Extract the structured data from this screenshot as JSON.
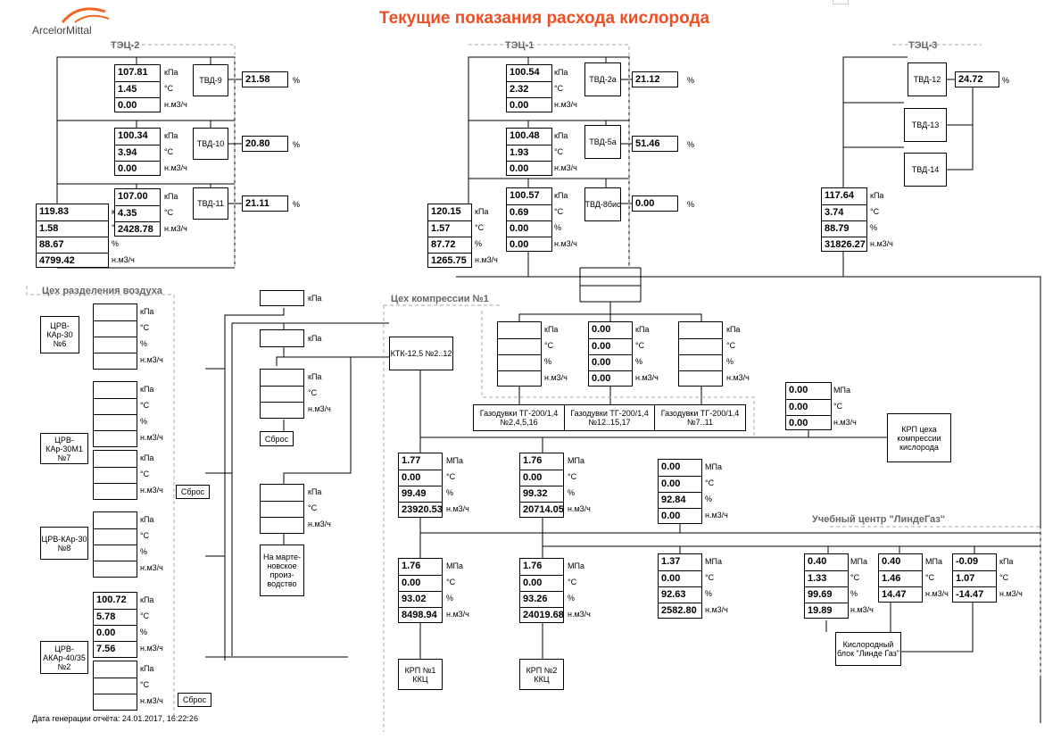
{
  "header": {
    "title": "Текущие показания расхода кислорода",
    "logo_text": "ArcelorMittal"
  },
  "footer": {
    "generated": "Дата генерации отчёта: 24.01.2017, 16:22:26"
  },
  "sections": {
    "tec2": "ТЭЦ-2",
    "tec1": "ТЭЦ-1",
    "tec3": "ТЭЦ-3",
    "asu": "Цех разделения воздуха",
    "compress": "Цех компрессии №1",
    "linde": "Учебный центр \"ЛиндеГаз\""
  },
  "units": {
    "kpa": "кПа",
    "c": "°С",
    "nm3": "н.м3/ч",
    "pct": "%",
    "mpa": "МПа"
  },
  "tec2": {
    "main": [
      "119.83",
      "1.58",
      "88.67",
      "4799.42"
    ],
    "tvd9": {
      "label": "ТВД-9",
      "vals": [
        "107.81",
        "1.45",
        "0.00"
      ],
      "pct": "21.58"
    },
    "tvd10": {
      "label": "ТВД-10",
      "vals": [
        "100.34",
        "3.94",
        "0.00"
      ],
      "pct": "20.80"
    },
    "tvd11": {
      "label": "ТВД-11",
      "vals": [
        "107.00",
        "4.35",
        "2428.78"
      ],
      "pct": "21.11"
    }
  },
  "tec1": {
    "main": [
      "120.15",
      "1.57",
      "87.72",
      "1265.75"
    ],
    "tvd2a": {
      "label": "ТВД-2а",
      "vals": [
        "100.54",
        "2.32",
        "0.00"
      ],
      "pct": "21.12"
    },
    "tvd5a": {
      "label": "ТВД-5а",
      "vals": [
        "100.48",
        "1.93",
        "0.00"
      ],
      "pct": "51.46"
    },
    "tvd8": {
      "label": "ТВД-8бис",
      "vals": [
        "100.57",
        "0.69",
        "0.00",
        "0.00"
      ],
      "pct": "0.00"
    }
  },
  "tec3": {
    "main": [
      "117.64",
      "3.74",
      "88.79",
      "31826.27"
    ],
    "tvd12": {
      "label": "ТВД-12",
      "pct": "24.72"
    },
    "tvd13": {
      "label": "ТВД-13"
    },
    "tvd14": {
      "label": "ТВД-14"
    }
  },
  "asu": {
    "u6": {
      "label": "ЦРВ-КАр-30 №6"
    },
    "u7": {
      "label": "ЦРВ-КАр-30М1 №7",
      "sbros": "Сброс"
    },
    "u8": {
      "label": "ЦРВ-КАр-30 №8"
    },
    "u2": {
      "label": "ЦРВ-АКАр-40/35 №2",
      "vals": [
        "100.72",
        "5.78",
        "0.00",
        "7.56"
      ],
      "sbros": "Сброс"
    }
  },
  "mid": {
    "sbros": "Сброс",
    "martin": "На марте-новское произ-водство"
  },
  "compress": {
    "ktk": "КТК-12,5 №2..12",
    "g1": {
      "label": "Газодувки ТГ-200/1,4 №2,4,5,16"
    },
    "g2": {
      "label": "Газодувки ТГ-200/1,4 №12..15,17",
      "vals": [
        "0.00",
        "0.00",
        "0.00",
        "0.00"
      ]
    },
    "g3": {
      "label": "Газодувки ТГ-200/1,4 №7..11"
    },
    "p1": [
      "1.77",
      "0.00",
      "99.49",
      "23920.53"
    ],
    "p2": [
      "1.76",
      "0.00",
      "99.32",
      "20714.05"
    ],
    "p3": [
      "0.00",
      "0.00",
      "92.84",
      "0.00"
    ],
    "q1": [
      "1.76",
      "0.00",
      "93.02",
      "8498.94"
    ],
    "q2": [
      "1.76",
      "0.00",
      "93.26",
      "24019.68"
    ],
    "q3": [
      "1.37",
      "0.00",
      "92.63",
      "2582.80"
    ],
    "krp1": "КРП №1 ККЦ",
    "krp2": "КРП №2 ККЦ",
    "krpc": {
      "label": "КРП цеха компрессии кислорода",
      "vals": [
        "0.00",
        "0.00",
        "0.00"
      ]
    }
  },
  "linde": {
    "a": [
      "0.40",
      "1.33",
      "99.69",
      "19.89"
    ],
    "b": [
      "0.40",
      "1.46",
      "14.47"
    ],
    "c": [
      "-0.09",
      "1.07",
      "-14.47"
    ],
    "block": "Кислородный блок \"Линде Газ\""
  }
}
